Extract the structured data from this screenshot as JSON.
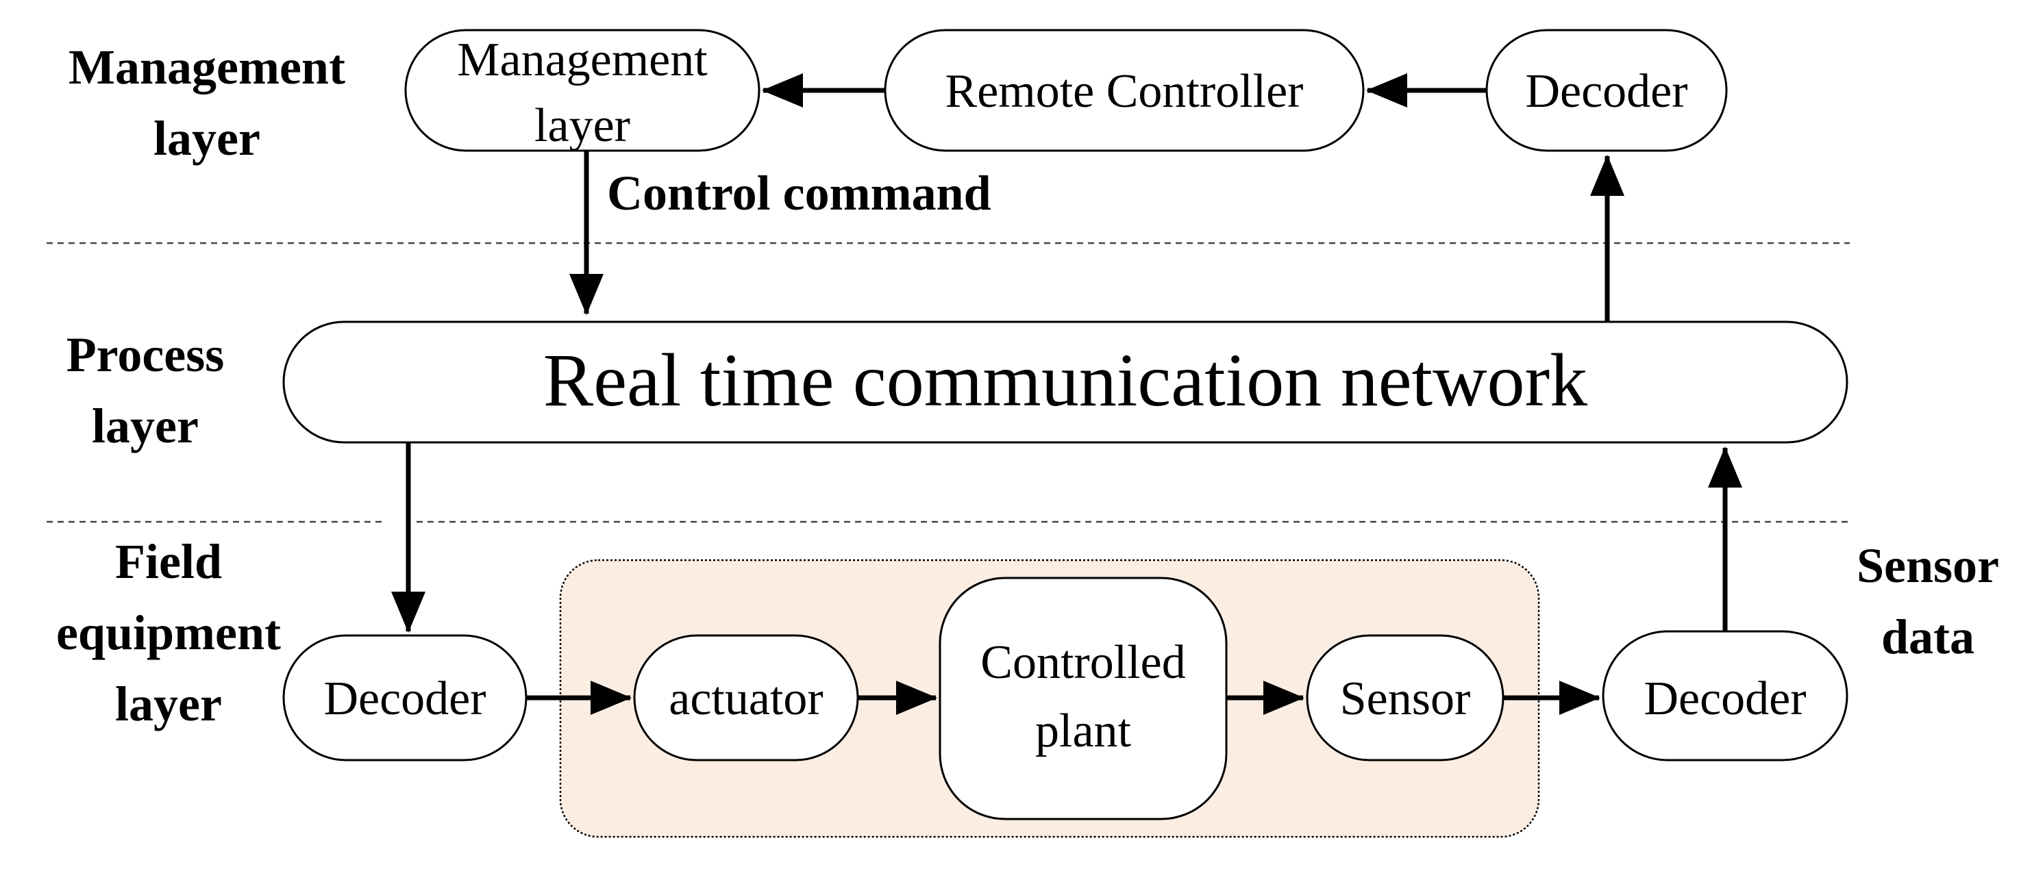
{
  "layers": {
    "management_line1": "Management",
    "management_line2": "layer",
    "process_line1": "Process",
    "process_line2": "layer",
    "field_line1": "Field",
    "field_line2": "equipment",
    "field_line3": "layer"
  },
  "nodes": {
    "management_line1": "Management",
    "management_line2": "layer",
    "remote_controller": "Remote Controller",
    "decoder_top": "Decoder",
    "network": "Real time communication network",
    "decoder_left": "Decoder",
    "actuator": "actuator",
    "plant_line1": "Controlled",
    "plant_line2": "plant",
    "sensor": "Sensor",
    "decoder_right": "Decoder"
  },
  "labels": {
    "control_command": "Control command",
    "sensor_data_line1": "Sensor",
    "sensor_data_line2": "data"
  },
  "colors": {
    "plant_group_fill": "#FCEDE2",
    "stroke": "#000000"
  }
}
